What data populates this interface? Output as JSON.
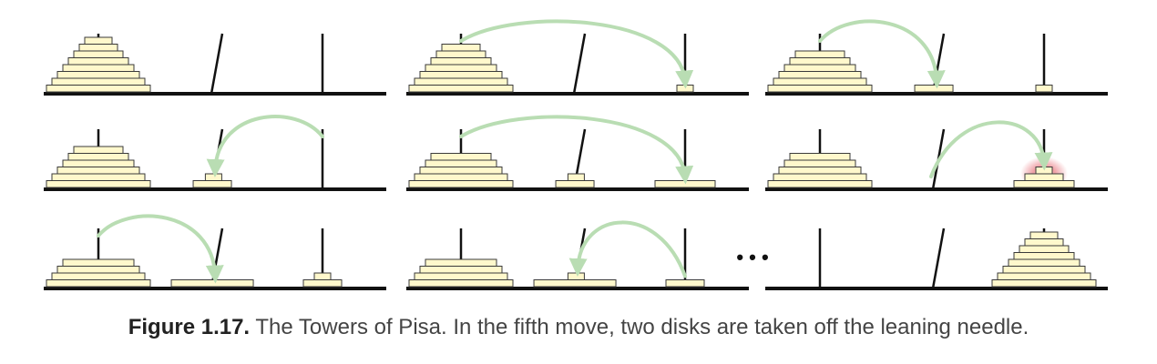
{
  "colors": {
    "disk_fill": "#fff8cc",
    "disk_stroke": "#3a3a3a",
    "peg": "#111111",
    "base": "#111111",
    "arrow": "#b9ddb3",
    "highlight": "#e2505a"
  },
  "caption": {
    "label": "Figure 1.17.",
    "text": " The Towers of Pisa. In the fifth move, two disks are taken off the leaning needle."
  },
  "ellipsis": "• • •",
  "panels": [
    {
      "name": "initial",
      "pegs": [
        [
          9,
          8,
          7,
          6,
          5,
          4,
          3,
          2
        ],
        [],
        []
      ],
      "arrow": null
    },
    {
      "name": "move-1",
      "pegs": [
        [
          9,
          8,
          7,
          6,
          5,
          4,
          3
        ],
        [],
        [
          1
        ]
      ],
      "arrow": {
        "from": 0,
        "to": 2
      }
    },
    {
      "name": "move-2",
      "pegs": [
        [
          9,
          8,
          7,
          6,
          5,
          4
        ],
        [
          3
        ],
        [
          1
        ]
      ],
      "arrow": {
        "from": 0,
        "to": 1
      }
    },
    {
      "name": "move-3",
      "pegs": [
        [
          9,
          8,
          7,
          6,
          5,
          4
        ],
        [
          3,
          1
        ],
        []
      ],
      "arrow": {
        "from": 2,
        "to": 1
      }
    },
    {
      "name": "move-4",
      "pegs": [
        [
          9,
          8,
          7,
          6,
          5
        ],
        [
          3,
          1
        ],
        [
          5
        ]
      ],
      "arrow": {
        "from": 0,
        "to": 2
      }
    },
    {
      "name": "move-5",
      "pegs": [
        [
          9,
          8,
          7,
          6,
          5
        ],
        [],
        [
          5,
          3,
          1
        ]
      ],
      "arrow": {
        "from": 1,
        "to": 2
      },
      "highlight": true
    },
    {
      "name": "move-6",
      "pegs": [
        [
          9,
          8,
          7,
          6
        ],
        [
          7
        ],
        [
          3,
          1
        ]
      ],
      "arrow": {
        "from": 0,
        "to": 1
      }
    },
    {
      "name": "move-7",
      "pegs": [
        [
          9,
          8,
          7,
          6
        ],
        [
          7,
          1
        ],
        [
          3
        ]
      ],
      "arrow": {
        "from": 2,
        "to": 1
      }
    },
    {
      "name": "final",
      "pegs": [
        [],
        [],
        [
          9,
          8,
          7,
          6,
          5,
          4,
          3,
          2
        ]
      ],
      "arrow": null
    }
  ]
}
